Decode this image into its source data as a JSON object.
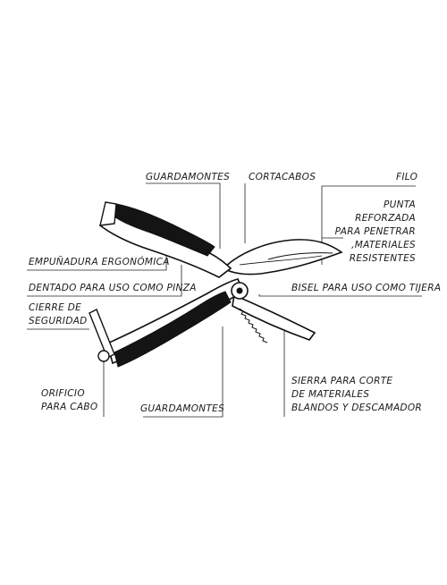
{
  "labels": {
    "guardamontes_top": "GUARDAMONTES",
    "cortacabos": "CORTACABOS",
    "filo": "FILO",
    "punta": [
      "PUNTA",
      "REFORZADA",
      "PARA PENETRAR",
      ",MATERIALES",
      "RESISTENTES"
    ],
    "empunadura": "EMPUÑADURA ERGONÓMICA",
    "dentado": "DENTADO PARA USO COMO PINZA",
    "bisel": "BISEL PARA USO COMO TIJERA",
    "cierre": [
      "CIERRE DE",
      "SEGURIDAD"
    ],
    "orificio": [
      "ORIFICIO",
      "PARA CABO"
    ],
    "guardamontes_bottom": "GUARDAMONTES",
    "sierra": [
      "SIERRA PARA CORTE",
      "DE MATERIALES",
      "BLANDOS Y DESCAMADOR"
    ]
  },
  "colors": {
    "handle": "#141414",
    "metal": "#ffffff",
    "outline": "#111111"
  }
}
